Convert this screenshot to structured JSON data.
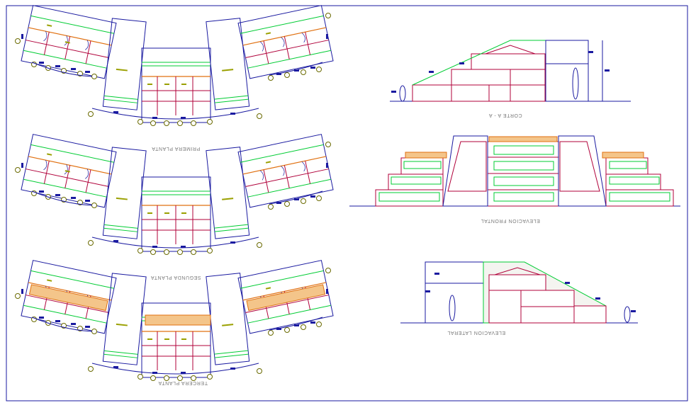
{
  "drawing": {
    "labels": {
      "plan1": "PRIMERA PLANTA",
      "plan2": "SEGUNDA PLANTA",
      "plan3": "TERCERA PLANTA",
      "section": "CORTE A - A",
      "front": "ELEVACION FRONTAL",
      "side": "ELEVACION LATERAL"
    },
    "colors": {
      "wall": "#1a1aa0",
      "green": "#00cc33",
      "red": "#b0003a",
      "magenta": "#b0007a",
      "orange": "#e07010",
      "olive": "#9aa000",
      "label": "#7a7a7a"
    }
  }
}
